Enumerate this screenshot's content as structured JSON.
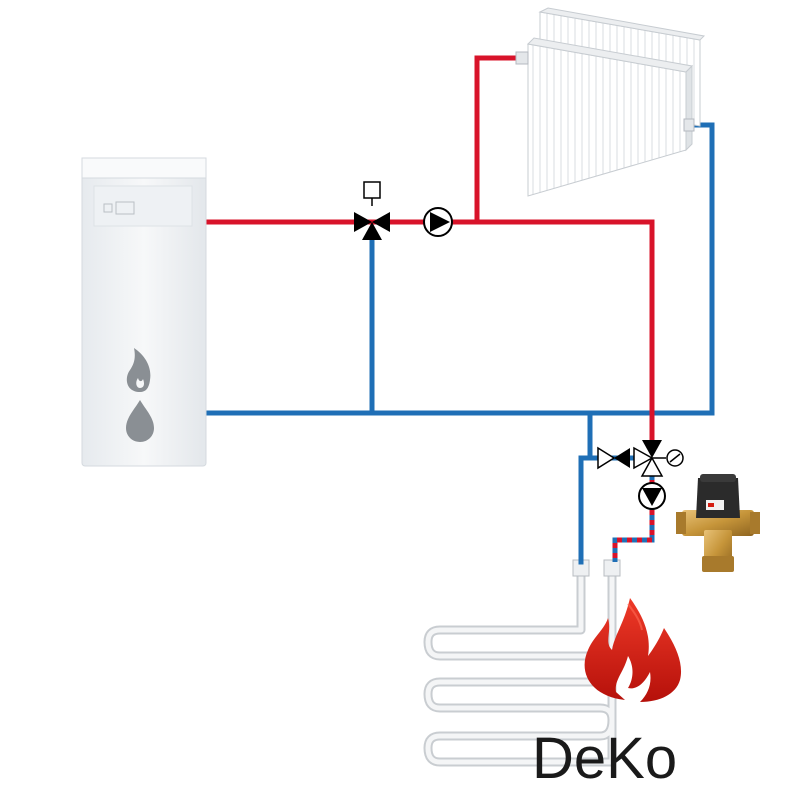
{
  "colors": {
    "supply": "#d8132a",
    "return": "#1f6fb6",
    "boiler_body": "#f1f3f5",
    "boiler_shadow": "#d5dadf",
    "icon_gray": "#8a8f94",
    "flame_red": "#d41e12",
    "brass": "#c6953a",
    "valve_head": "#2b2b2b",
    "logo_text": "#1a1a1a"
  },
  "components": {
    "boiler": {
      "icons": [
        "flame-icon",
        "oil-drop-icon"
      ]
    },
    "radiator": {
      "panels": 2
    },
    "mixing_valve": {
      "type": "3-way-valve-with-actuator"
    },
    "pumps": 2,
    "thermostatic_valve": {
      "type": "brass-thermostatic-mixing-valve"
    },
    "floor_heating": {
      "loops": 3
    }
  },
  "logo": {
    "text": "DeKo",
    "icons": [
      "flame-logo-icon"
    ]
  }
}
